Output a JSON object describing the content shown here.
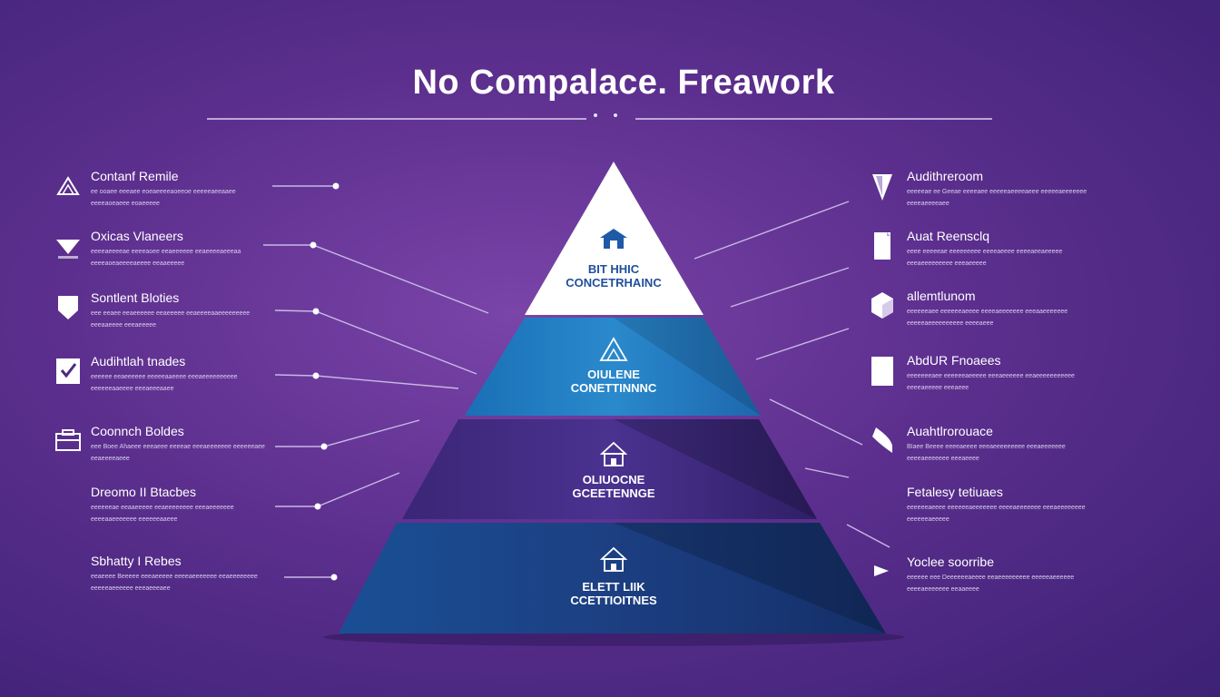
{
  "title": "No Compalace. Freawork",
  "colors": {
    "background": "#5c2f8e",
    "tier1": "#ffffff",
    "tier2": "#1f7bbf",
    "tier3": "#3f2a7c",
    "tier4": "#1c4f93",
    "connector": "#c8b8e6"
  },
  "pyramid": [
    {
      "label": "BIT HHIC\nCONCETRHAINC",
      "icon": "building-icon"
    },
    {
      "label": "OIULENE\nCONETTINNNC",
      "icon": "triangle-icon"
    },
    {
      "label": "OLIUOCNE\nGCEETENNGE",
      "icon": "house-icon"
    },
    {
      "label": "ELETT LIIK\nCCETTIOITNES",
      "icon": "home-icon"
    }
  ],
  "left_items": [
    {
      "title": "Contanf Remile",
      "desc": "ee ooaee eeeaee eoeaeeeeaoeeoe eeeeeaeeaaee eeeeaoeaeee eoaeeeee",
      "icon": "triangle-outline-icon"
    },
    {
      "title": "Oxicas Vlaneers",
      "desc": "eeeeaeeeeae eeeeaoee eeaeeeeee eeaeeeeaeeeaa eeeeaoeaeeeeaeeee eeaaeeeee",
      "icon": "funnel-icon"
    },
    {
      "title": "Sontlent Bloties",
      "desc": "eee eeaee eeaeeeeee eeaeeeee eeaeeeeaaeeeeeeeee eeeaaeeee eeeaeeeee",
      "icon": "shield-icon"
    },
    {
      "title": "Audihtlah tnades",
      "desc": "eeeeee eeaeeeeee eeeeeaaeeee eeeaeeeeeeeeee eeeeeeaaeeee eeeaeeeaaee",
      "icon": "checkbox-icon"
    },
    {
      "title": "Coonnch Boldes",
      "desc": "eee Boee Ahaeee eeeaeee eeeeae eeeaeeeeeee eeeeeeaee eeaeeeeaeee",
      "icon": "briefcase-icon"
    },
    {
      "title": "Dreomo II Btacbes",
      "desc": "eeeeeeae eeaaeeeee eeaeeeeeeee eeeaeeeeeee eeeeaaeeeeeee eeeeeeaaeee",
      "icon": ""
    },
    {
      "title": "Sbhatty I Rebes",
      "desc": "eeaeeee Beeeee eeeaeeeee eeeeaeeeeeee eeaeeeeeeee eeeeeaeeeeee eeeaeeeaee",
      "icon": ""
    }
  ],
  "right_items": [
    {
      "title": "Audithreroom",
      "desc": "eeeeeae ee Geeae eeeeaee eeeeeaeeeeaeee eeeeeaeeeeeee eeeeaeeeeaee",
      "icon": "cone-icon"
    },
    {
      "title": "Auat Reensclq",
      "desc": "eeee eeeeeae eeeeeeeee eeeeaeeee eeeeaeeaeeeee eeeaeeeeeeeee eeeaeeeee",
      "icon": "document-icon"
    },
    {
      "title": "allemtlunom",
      "desc": "eeeeeeaee eeeeeeaeeee eeeeaeeeeeee eeeaaeeeeeee eeeeeaeeeeeeeeee eeeeaeee",
      "icon": "cube-icon"
    },
    {
      "title": "AbdUR Fnoaees",
      "desc": "eeeeeeeaee eeeeeeaeeeee eeeaeeeeee eeaeeeeeeeeeee eeeeaeeeee eeeaeee",
      "icon": "clipboard-icon"
    },
    {
      "title": "Auahtlrorouace",
      "desc": "BIaee Beeee eeeeaeeee eeeaeeeeeeeee eeeaeeeeeee eeeeaeeeeeee eeeaeeee",
      "icon": "flag-icon"
    },
    {
      "title": "Fetalesy tetiuaes",
      "desc": "eeeeeeaeeee eeeeeeaeeeeeee eeeeaeeeeeee eeeaeeeeeeee eeeeeeaeeeee",
      "icon": ""
    },
    {
      "title": "Yoclee soorribe",
      "desc": "eeeeee eee Deeeeeeaeeee eeaeeeeeeeee eeeeeaeeeeee eeeeaeeeeeee eeaaeeee",
      "icon": "play-icon"
    }
  ]
}
